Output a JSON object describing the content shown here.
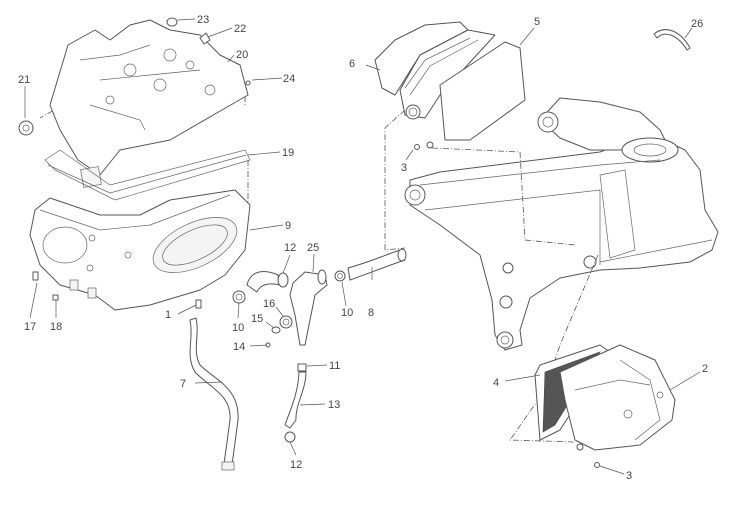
{
  "diagram": {
    "type": "exploded-parts-diagram",
    "subject": "air intake / airbox assembly on frame",
    "line_color": "#555555",
    "background": "#ffffff"
  },
  "callouts": [
    {
      "id": "c1",
      "label": "1"
    },
    {
      "id": "c2",
      "label": "2"
    },
    {
      "id": "c3a",
      "label": "3"
    },
    {
      "id": "c3b",
      "label": "3"
    },
    {
      "id": "c4",
      "label": "4"
    },
    {
      "id": "c5",
      "label": "5"
    },
    {
      "id": "c6",
      "label": "6"
    },
    {
      "id": "c7",
      "label": "7"
    },
    {
      "id": "c8",
      "label": "8"
    },
    {
      "id": "c9",
      "label": "9"
    },
    {
      "id": "c10a",
      "label": "10"
    },
    {
      "id": "c10b",
      "label": "10"
    },
    {
      "id": "c11",
      "label": "11"
    },
    {
      "id": "c12a",
      "label": "12"
    },
    {
      "id": "c12b",
      "label": "12"
    },
    {
      "id": "c13",
      "label": "13"
    },
    {
      "id": "c14",
      "label": "14"
    },
    {
      "id": "c15",
      "label": "15"
    },
    {
      "id": "c16",
      "label": "16"
    },
    {
      "id": "c17",
      "label": "17"
    },
    {
      "id": "c18",
      "label": "18"
    },
    {
      "id": "c19",
      "label": "19"
    },
    {
      "id": "c20",
      "label": "20"
    },
    {
      "id": "c21",
      "label": "21"
    },
    {
      "id": "c22",
      "label": "22"
    },
    {
      "id": "c23",
      "label": "23"
    },
    {
      "id": "c24",
      "label": "24"
    },
    {
      "id": "c25",
      "label": "25"
    },
    {
      "id": "c26",
      "label": "26"
    }
  ]
}
